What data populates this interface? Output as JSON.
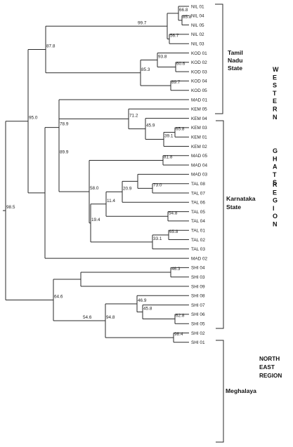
{
  "dendrogram": {
    "leaves": [
      "NIL 01",
      "NIL 04",
      "NIL 05",
      "NIL 02",
      "NIL 03",
      "KOD 01",
      "KOD 02",
      "KOD 03",
      "KOD 04",
      "KOD 05",
      "MAD 01",
      "KEM 05",
      "KEM 04",
      "KEM 03",
      "KEM 01",
      "KEM 02",
      "MAD 05",
      "MAD 04",
      "MAD 03",
      "TAL 08",
      "TAL 07",
      "TAL 06",
      "TAL 05",
      "TAL 04",
      "TAL 01",
      "TAL 02",
      "TAL 03",
      "MAD 02",
      "SHI 04",
      "SHI 03",
      "SHI 09",
      "SHI 08",
      "SHI 07",
      "SHI 06",
      "SHI 05",
      "SHI 02",
      "SHI 01"
    ],
    "bootstrap_values": [
      "66.8",
      "85.8",
      "99.7",
      "56.7",
      "93.8",
      "60.6",
      "89.7",
      "85.3",
      "87.8",
      "95.0",
      "71.2",
      "65.8",
      "39.1",
      "45.9",
      "81.8",
      "73.0",
      "20.9",
      "54.8",
      "11.4",
      "65.8",
      "33.1",
      "19.4",
      "58.0",
      "89.9",
      "78.9",
      "98.5",
      "46.3",
      "64.6",
      "46.9",
      "45.8",
      "62.8",
      "98.4",
      "94.8",
      "54.6"
    ]
  },
  "groups": {
    "tamil_nadu": [
      "Tamil",
      "Nadu",
      "State"
    ],
    "karnataka": [
      "Karnataka",
      "State"
    ],
    "meghalaya": [
      "Meghalaya"
    ]
  },
  "regions": {
    "western_ghats_words": [
      "WESTERN",
      "GHATS",
      "REGION"
    ],
    "north_east": [
      "NORTH",
      "EAST",
      "REGION"
    ]
  }
}
